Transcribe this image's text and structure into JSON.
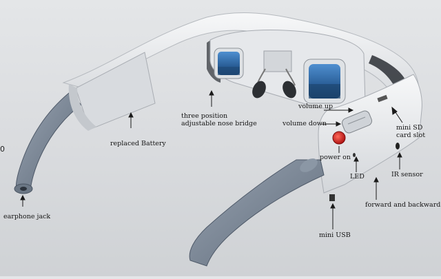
{
  "labels": {
    "nose_bridge": "three position adjustable nose bridge",
    "volume_up": "volume up",
    "volume_down": "volume down",
    "mini_sd": "mini SD card slot",
    "replaced_battery": "replaced Battery",
    "power_on": "power on",
    "led": "LED",
    "ir_sensor": "IR sensor",
    "forward_backward": "forward and backward",
    "earphone_jack": "earphone jack",
    "mini_usb": "mini USB"
  },
  "edge_mark": "0",
  "colors": {
    "shell": "#eef0f2",
    "shell_shadow": "#c9ccd0",
    "arm": "#7d8a9a",
    "arm_dark": "#5d6877",
    "screen": "#2f6fae",
    "power_button": "#d42020",
    "label_text": "#151515"
  }
}
